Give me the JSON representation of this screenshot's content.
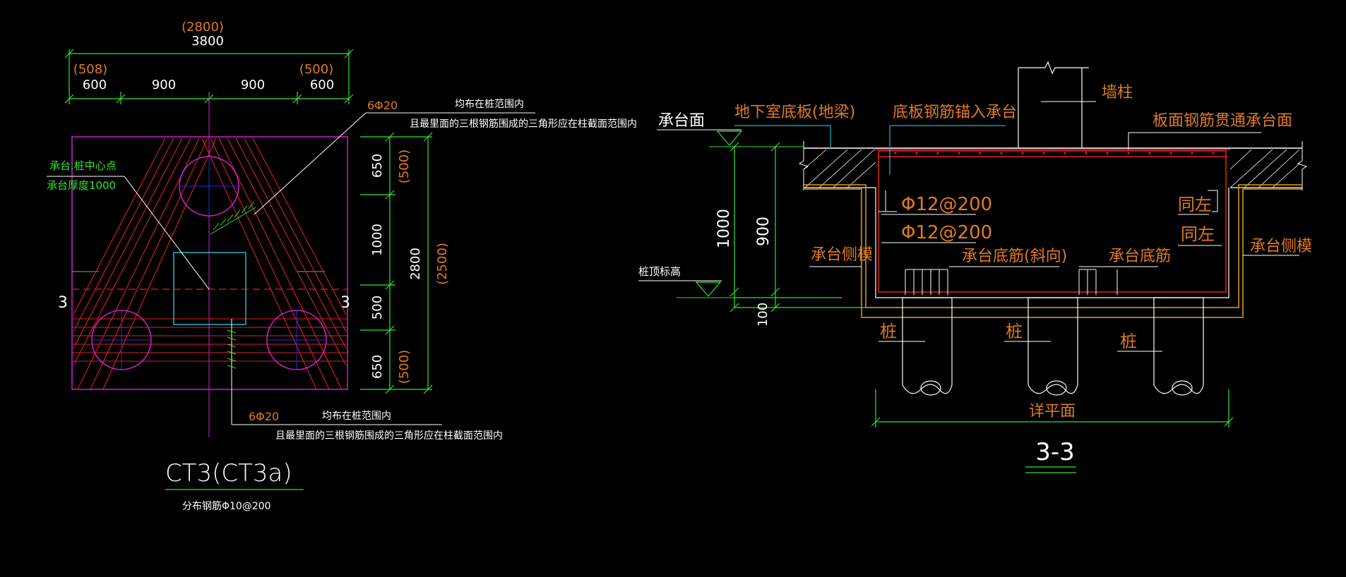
{
  "colors": {
    "background": "#000000",
    "dimension": "#2ee62e",
    "rebar": "#e02020",
    "outline": "#d11fd1",
    "pile": "#d11fd1",
    "column": "#1fb6c9",
    "leader": "#ffffff",
    "text_white": "#ffffff",
    "text_orange": "#e07b1f",
    "text_green": "#2ee62e",
    "formwork": "#d9a320"
  },
  "plan": {
    "top_total": "3800",
    "top_total_alt": "(2800)",
    "top_segments": [
      "600",
      "900",
      "900",
      "600"
    ],
    "top_alt_left": "(508)",
    "top_alt_right": "(500)",
    "right_segments": [
      "650",
      "1000",
      "500",
      "650"
    ],
    "right_total": "2800",
    "right_alt_top": "(500)",
    "right_alt_total": "(2500)",
    "right_alt_bottom": "(500)",
    "section_mark_left": "3",
    "section_mark_right": "3",
    "note_center_1": "承台.桩中心点",
    "note_center_2": "承台厚度1000",
    "rebar_top_label": "6Φ20",
    "rebar_top_note_1": "均布在桩范围内",
    "rebar_top_note_2": "且最里面的三根钢筋围成的三角形应在柱截面范围内",
    "rebar_bottom_label": "6Φ20",
    "rebar_bottom_note_1": "均布在桩范围内",
    "rebar_bottom_note_2": "且最里面的三根钢筋围成的三角形应在柱截面范围内",
    "title": "CT3(CT3a)",
    "subtitle": "分布钢筋Φ10@200"
  },
  "section": {
    "cap_top_label": "承台面",
    "basement_slab_label": "地下室底板(地梁)",
    "slab_rebar_anchor_label": "底板钢筋锚入承台",
    "wall_column_label": "墙柱",
    "slab_top_rebar_label": "板面钢筋贯通承台面",
    "dim_1000": "1000",
    "dim_900": "900",
    "dim_100": "100",
    "pile_top_label": "桩顶标高",
    "rebar_1": "Φ12@200",
    "rebar_2": "Φ12@200",
    "same_left_1": "同左",
    "same_left_2": "同左",
    "side_form_left": "承台侧模",
    "side_form_right": "承台侧模",
    "bottom_diag_rebar": "承台底筋(斜向)",
    "bottom_rebar": "承台底筋",
    "pile_1": "桩",
    "pile_2": "桩",
    "pile_3": "桩",
    "see_plan": "详平面",
    "title": "3-3"
  }
}
